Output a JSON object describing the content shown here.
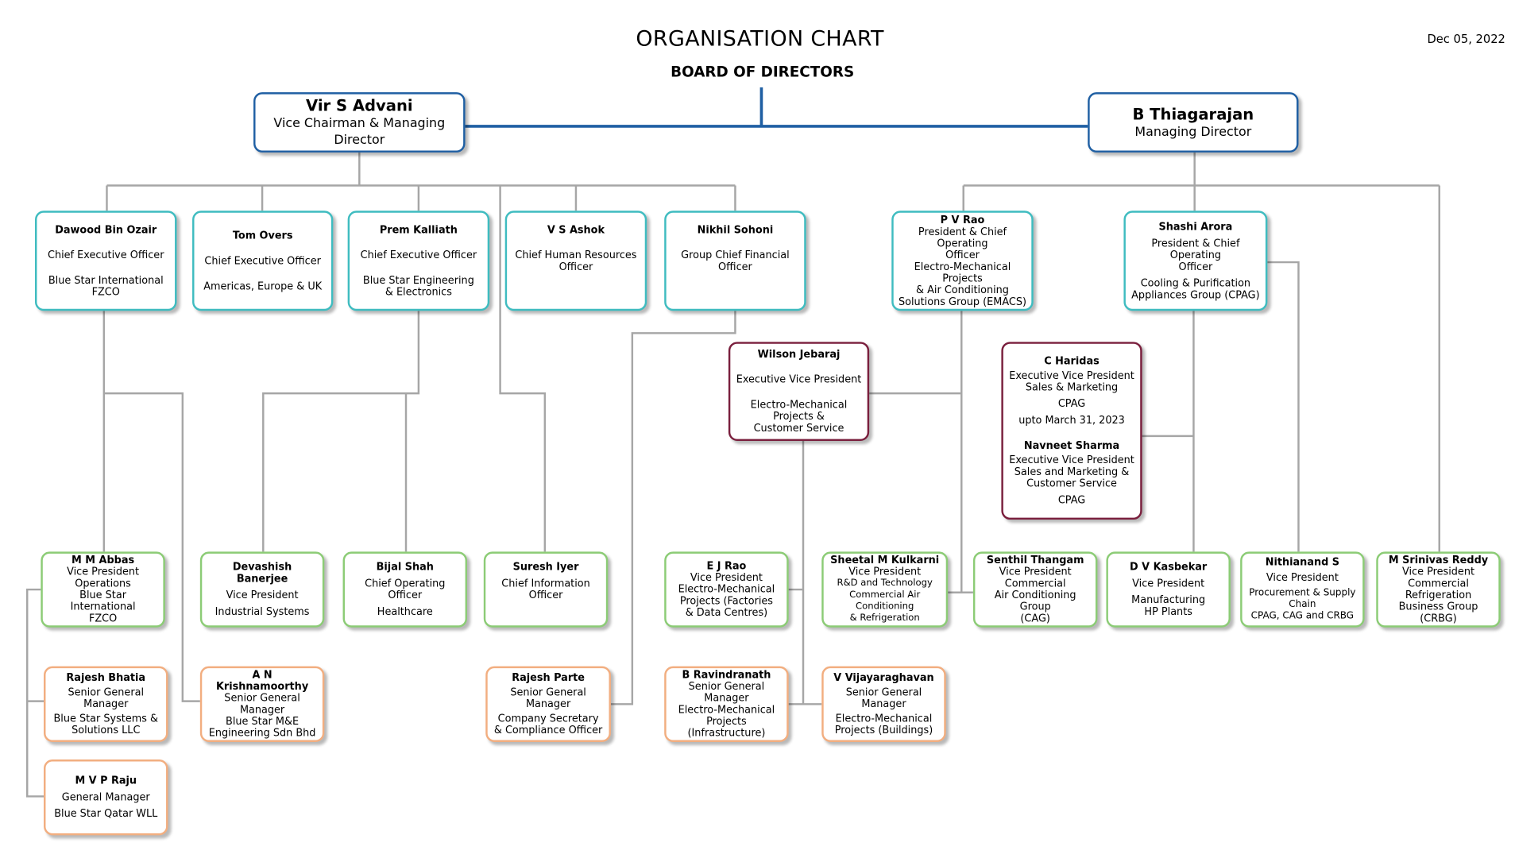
{
  "header": {
    "title": "ORGANISATION CHART",
    "date": "Dec 05, 2022",
    "board": "BOARD OF DIRECTORS"
  },
  "top": {
    "advani": {
      "name": "Vir S Advani",
      "title": "Vice Chairman & Managing Director"
    },
    "thiagarajan": {
      "name": "B Thiagarajan",
      "title": "Managing Director"
    }
  },
  "level1": {
    "dawood": {
      "name": "Dawood Bin Ozair",
      "title": "Chief Executive Officer",
      "unit": "Blue Star International FZCO"
    },
    "tom": {
      "name": "Tom Overs",
      "title": "Chief Executive Officer",
      "unit": "Americas, Europe & UK"
    },
    "prem": {
      "name": "Prem Kalliath",
      "title": "Chief Executive Officer",
      "unit1": "Blue Star Engineering",
      "unit2": "& Electronics"
    },
    "ashok": {
      "name": "V S Ashok",
      "title1": "Chief Human Resources",
      "title2": "Officer"
    },
    "nikhil": {
      "name": "Nikhil Sohoni",
      "title1": "Group Chief Financial",
      "title2": "Officer"
    },
    "pvrao": {
      "name": "P V Rao",
      "title1": "President & Chief Operating",
      "title2": "Officer",
      "unit1": "Electro-Mechanical Projects",
      "unit2": "& Air Conditioning",
      "unit3": "Solutions Group (EMACS)"
    },
    "shashi": {
      "name": "Shashi Arora",
      "title1": "President & Chief Operating",
      "title2": "Officer",
      "unit1": "Cooling & Purification",
      "unit2": "Appliances Group (CPAG)"
    }
  },
  "level2": {
    "wilson": {
      "name": "Wilson Jebaraj",
      "title": "Executive Vice President",
      "unit1": "Electro-Mechanical Projects &",
      "unit2": "Customer Service"
    },
    "haridas": {
      "name": "C Haridas",
      "title1": "Executive Vice President",
      "title2": "Sales & Marketing",
      "unit": "CPAG",
      "note": "upto March 31, 2023",
      "name2": "Navneet Sharma",
      "title3": "Executive Vice President",
      "title4": "Sales and Marketing &",
      "title5": "Customer Service",
      "unit2": "CPAG"
    }
  },
  "green": {
    "abbas": {
      "name": "M M Abbas",
      "l1": "Vice President",
      "l2": "Operations",
      "l3": "Blue Star International",
      "l4": "FZCO"
    },
    "devashish": {
      "name": "Devashish Banerjee",
      "title": "Vice President",
      "unit": "Industrial Systems"
    },
    "bijal": {
      "name": "Bijal Shah",
      "title": "Chief Operating Officer",
      "unit": "Healthcare"
    },
    "suresh": {
      "name": "Suresh Iyer",
      "title1": "Chief Information",
      "title2": "Officer"
    },
    "ejrao": {
      "name": "E J Rao",
      "l1": "Vice President",
      "l2": "Electro-Mechanical",
      "l3": "Projects (Factories",
      "l4": "& Data Centres)"
    },
    "sheetal": {
      "name": "Sheetal M Kulkarni",
      "l1": "Vice President",
      "l2": "R&D and Technology",
      "l3": "Commercial Air Conditioning",
      "l4": "& Refrigeration"
    },
    "senthil": {
      "name": "Senthil Thangam",
      "l1": "Vice President",
      "l2": "Commercial",
      "l3": "Air Conditioning Group",
      "l4": "(CAG)"
    },
    "kasbekar": {
      "name": "D V Kasbekar",
      "title": "Vice President",
      "unit1": "Manufacturing",
      "unit2": "HP Plants"
    },
    "nithianand": {
      "name": "Nithianand S",
      "title": "Vice President",
      "unit1": "Procurement & Supply Chain",
      "unit2": "CPAG, CAG and CRBG"
    },
    "reddy": {
      "name": "M Srinivas Reddy",
      "title": "Vice President",
      "unit1": "Commercial Refrigeration",
      "unit2": "Business Group (CRBG)"
    }
  },
  "orange": {
    "rajesh_b": {
      "name": "Rajesh Bhatia",
      "title": "Senior General Manager",
      "unit1": "Blue Star Systems &",
      "unit2": "Solutions LLC"
    },
    "krishnamoorthy": {
      "name": "A N Krishnamoorthy",
      "title": "Senior General Manager",
      "unit1": "Blue Star M&E",
      "unit2": "Engineering Sdn Bhd"
    },
    "rajesh_p": {
      "name": "Rajesh Parte",
      "title": "Senior General Manager",
      "unit1": "Company Secretary",
      "unit2": "& Compliance Officer"
    },
    "ravindranath": {
      "name": "B Ravindranath",
      "title": "Senior General Manager",
      "unit1": "Electro-Mechanical",
      "unit2": "Projects (Infrastructure)"
    },
    "vijay": {
      "name": "V Vijayaraghavan",
      "title": "Senior General Manager",
      "unit1": "Electro-Mechanical",
      "unit2": "Projects (Buildings)"
    },
    "mvp": {
      "name": "M V P Raju",
      "title": "General Manager",
      "unit": "Blue Star Qatar WLL"
    }
  },
  "colors": {
    "top_border": "#1f5fa3",
    "board_line": "#1f5fa3",
    "teal_border": "#3fbcc0",
    "maroon_border": "#7a1f3d",
    "green_border": "#8ccc76",
    "orange_border": "#f2ae80",
    "connector": "#a6a6a6"
  }
}
